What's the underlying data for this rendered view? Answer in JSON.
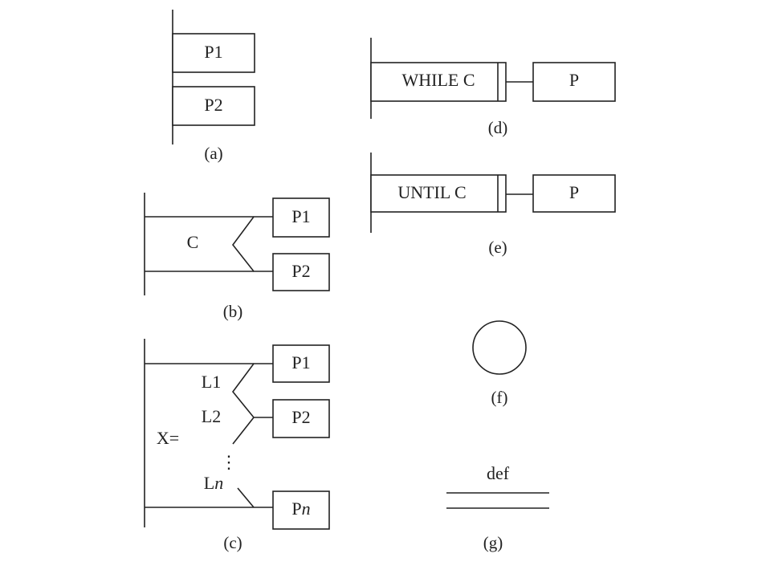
{
  "diagrams": {
    "a": {
      "caption": "(a)",
      "box1": "P1",
      "box2": "P2"
    },
    "b": {
      "caption": "(b)",
      "condition": "C",
      "box1": "P1",
      "box2": "P2"
    },
    "c": {
      "caption": "(c)",
      "selector": "X=",
      "label1": "L1",
      "label2": "L2",
      "labeln_prefix": "L",
      "labeln_suffix": "n",
      "ellipsis": "⋮",
      "box1": "P1",
      "box2": "P2",
      "boxn_prefix": "P",
      "boxn_suffix": "n"
    },
    "d": {
      "caption": "(d)",
      "loop_label": "WHILE  C",
      "box": "P"
    },
    "e": {
      "caption": "(e)",
      "loop_label": "UNTIL  C",
      "box": "P"
    },
    "f": {
      "caption": "(f)"
    },
    "g": {
      "caption": "(g)",
      "label": "def"
    }
  }
}
